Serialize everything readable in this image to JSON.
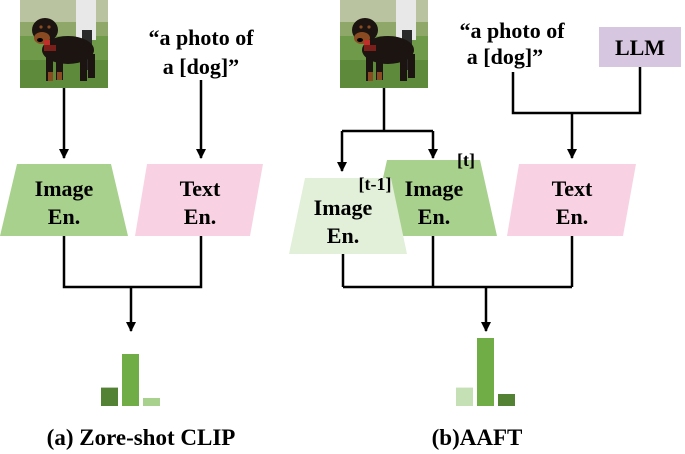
{
  "panel_a": {
    "image_label_line1": "Image",
    "image_label_line2": "En.",
    "text_label_line1": "Text",
    "text_label_line2": "En.",
    "prompt_line1": "“a photo of",
    "prompt_line2": "a [dog]”",
    "caption": "(a) Zore-shot CLIP",
    "photo_icon": "rottweiler-dog-photo",
    "bars": [
      0.23,
      0.65,
      0.1
    ]
  },
  "panel_b": {
    "prev_image_label_line1": "Image",
    "prev_image_label_line2": "En.",
    "prev_tag": "[t-1]",
    "image_label_line1": "Image",
    "image_label_line2": "En.",
    "cur_tag": "[t]",
    "text_label_line1": "Text",
    "text_label_line2": "En.",
    "prompt_line1": "“a photo of",
    "prompt_line2": "a [dog]”",
    "llm_label": "LLM",
    "caption": "(b)AAFT",
    "photo_icon": "rottweiler-dog-photo",
    "bars": [
      0.23,
      0.85,
      0.15
    ]
  },
  "colors": {
    "image_encoder": "#a9d18e",
    "image_encoder_prev": "#e2efd9",
    "text_encoder": "#f8d2e2",
    "llm_box": "#d6c6df",
    "bar_dark": "#548235",
    "bar_mid": "#70ad47",
    "bar_light": "#a9d18e",
    "bar_pale": "#c5e0b4"
  }
}
